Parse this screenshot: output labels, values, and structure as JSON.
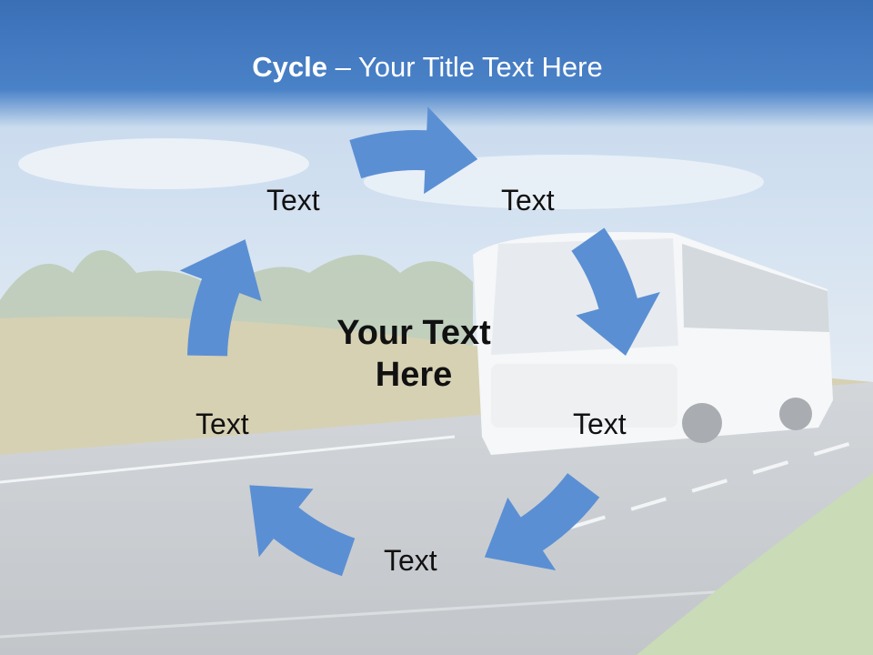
{
  "slide": {
    "title_bold": "Cycle",
    "title_rest": " – Your Title Text Here",
    "center_text": "Your Text Here",
    "labels": [
      "Text",
      "Text",
      "Text",
      "Text",
      "Text"
    ]
  },
  "colors": {
    "accent": "#5b8fd4",
    "title_bar": "#3f76bd"
  }
}
